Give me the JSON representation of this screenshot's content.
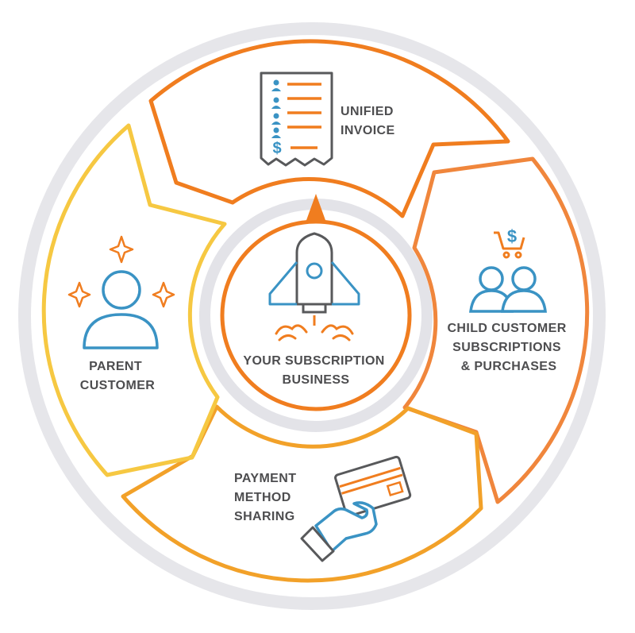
{
  "colors": {
    "outer_ring": "#e6e6ea",
    "inner_ring": "#e3e3e8",
    "orange": "#f07d1f",
    "dark_orange": "#ee7521",
    "amber": "#f2a129",
    "yellow": "#f6c842",
    "orange_gold": "#f3961f",
    "blue": "#3a93c4",
    "gray": "#58595b",
    "text": "#4d4d4f"
  },
  "center": {
    "line1": "YOUR SUBSCRIPTION",
    "line2": "BUSINESS",
    "icon": "rocket-icon"
  },
  "segments": [
    {
      "id": "unified-invoice",
      "lines": [
        "UNIFIED",
        "INVOICE"
      ],
      "icon": "invoice-icon"
    },
    {
      "id": "child-customer",
      "lines": [
        "CHILD CUSTOMER",
        "SUBSCRIPTIONS",
        "& PURCHASES"
      ],
      "icon": "customers-cart-icon",
      "icon_text": "$"
    },
    {
      "id": "payment-method",
      "lines": [
        "PAYMENT",
        "METHOD",
        "SHARING"
      ],
      "icon": "hand-card-icon"
    },
    {
      "id": "parent-customer",
      "lines": [
        "PARENT",
        "CUSTOMER"
      ],
      "icon": "parent-customer-icon"
    }
  ],
  "invoice_icon_text": "$"
}
